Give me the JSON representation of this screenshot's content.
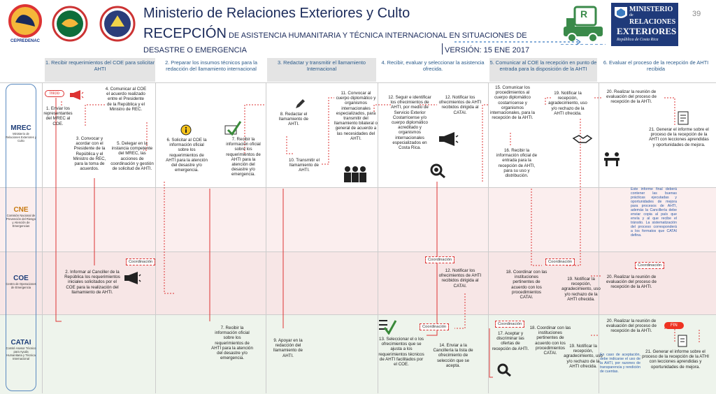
{
  "header": {
    "title_line1": "Ministerio de Relaciones Exteriores y Culto",
    "title_line2_big": "RECEPCIÓN",
    "title_line2_small": " DE ASISTENCIA HUMANITARIA Y TÉCNICA INTERNACIONAL EN SITUACIONES DE",
    "title_line3": "DESASTRE O EMERGENCIA",
    "version": "VERSIÓN: 15 ENE 2017",
    "page_number": "39",
    "logo_cepredenac": "CEPREDENAC",
    "logo_ministerio_l1": "MINISTERIO",
    "logo_ministerio_l2": "de",
    "logo_ministerio_l3": "RELACIONES",
    "logo_ministerio_l4": "EXTERIORES",
    "logo_ministerio_l5": "República de Costa Rica",
    "truck_letter": "R"
  },
  "phases": [
    "1. Recibir requerimientos del COE para solicitar AHTI",
    "2. Preparar los insumos técnicos para la redacción del llamamiento internacional",
    "3. Redactar y transmitir el llamamiento Internacional",
    "4. Recibir, evaluar y seleccionar la asistencia ofrecida.",
    "5. Comunicar al COE la recepción en punto de entrada para la disposición de la AHTI",
    "6. Evaluar el proceso de la recepción de AHTI recibida"
  ],
  "lanes": [
    {
      "title": "MREC",
      "sub": "Ministerio de Relaciones Exteriores y Culto"
    },
    {
      "title": "CNE",
      "sub": "Comisión Nacional de Prevención del Riesgo y Atención de Emergencias"
    },
    {
      "title": "COE",
      "sub": "Centro de Operaciones de Emergencia"
    },
    {
      "title": "CATAI",
      "sub": "Comité Asesor Técnico para Ayuda Humanitaria y Técnica Internacional"
    }
  ],
  "labels": {
    "inicio": "Inicio",
    "fin": "FIN",
    "coordinacion": "Coordinación"
  },
  "steps": {
    "s1": "1. Enviar los representantes del MREC al COE.",
    "s2": "2. Informar al Canciller de la República los requerimientos iniciales solicitados por el COE para la realización del llamamiento de AHTI.",
    "s3": "3. Convocar y acordar con el Presidente de la República y el Ministro de REC, para la toma de acuerdos.",
    "s4": "4. Comunicar al COE el acuerdo realizado entre el Presidente de la República y el Ministro de REC.",
    "s5": "5. Delegar en la instancia competente del MREC, las acciones de coordinación y gestión de solicitud de AHTI.",
    "s6": "6. Solicitar al COE la información oficial sobre los requerimientos de AHTI para la atención del desastre y/o emergencia.",
    "s7a": "7. Recibir la información oficial sobre los requerimientos de AHTI para la atención del desastre y/o emergencia.",
    "s7b": "7. Recibir la información oficial sobre los requerimientos de AHTI para la atención del desastre y/o emergencia.",
    "s8": "8. Redactar el llamamiento de AHTI.",
    "s9": "9. Apoyar en la redacción del llamamiento de AHTI.",
    "s10": "10. Transmitir el llamamiento de AHTI.",
    "s11": "11. Convocar al cuerpo diplomático y organismos internacionales especializados, para transmitir del llamamiento bilateral o general de acuerdo a las necesidades del AHTI.",
    "s12a": "12. Seguir e identificar los ofrecimientos de AHTI, por medio de Servicio Exterior Costarricense y/o cuerpo diplomático acreditado y organismos internacionales especializados en Costa Rica.",
    "s12b": "12. Notificar los ofrecimientos de AHTI recibidos dirigida al CATAI.",
    "s12c": "12. Notificar los ofrecimientos de AHTI recibidos dirigida al CATAI.",
    "s13": "13. Seleccionar el o los ofrecimientos que se ajusta a los requerimientos técnicos de AHTI facilitados por el COE.",
    "s14": "14. Enviar a la Cancillería la lista de ofrecimiento de selección que se acepta.",
    "s15": "15. Comunicar los procedimientos al cuerpo diplomático costarricense y organismos internacionales, para la recepción de la AHTI.",
    "s16": "16. Recibir la información oficial de entrada para la recepción de AHTI, para su uso y distribución.",
    "s17": "17. Aceptar y discriminar las ofertas de recepción de AHTI.",
    "s18a": "18. Coordinar con las instituciones pertinentes de acuerdo con los procedimientos CATAI.",
    "s18b": "18. Coordinar con las instituciones pertinentes de acuerdo con los procedimientos CATAI.",
    "s19a": "19. Notificar la recepción, agradecimiento, uso y/o rechazo de la AHTI ofrecida.",
    "s19b": "19. Notificar la recepción, agradecimiento, uso y/o rechazo de la AHTI ofrecida.",
    "s19c": "19. Notificar la recepción, agradecimiento, uso y/o rechazo de la AHTI ofrecida.",
    "s20a": "20. Realizar la reunión de evaluación del proceso de recepción de la AHTI.",
    "s20b": "20. Realizar la reunión de evaluación del proceso de recepción de la AHTI.",
    "s20c": "20. Realizar la reunión de evaluación del proceso de recepción de la AHTI.",
    "s21a": "21. Generar el informe sobre el proceso de la recepción de la AHTI con lecciones aprendidas y oportunidades de mejora.",
    "s21b": "21. Generar el informe sobre el proceso de la recepción de la ATHI con lecciones aprendidas y oportunidades de mejora."
  },
  "notes": {
    "cne_note": "Este informe final deberá contener las buenas prácticas ejecutadas y oportunidades de mejora para procesos de AHTI, además la Cancillería debe enviar copia al país que envía y al que recibe el tránsito. La sistematización del proceso corresponderá a los formatos que CATAI defina.",
    "catai_note": "En caso de aceptación, debe indicarse el uso de la AHTI, por razones de transparencia y rendición de cuentas."
  },
  "colors": {
    "title": "#1a2a5a",
    "phase_header": "#2a5a8a",
    "lane_mrec": "#ffffff",
    "lane_cne": "#fbeeee",
    "lane_coe": "#f7e6e6",
    "lane_catai": "#eef4ec",
    "flow_line": "#d33333",
    "note_text": "#2a5aa8"
  }
}
